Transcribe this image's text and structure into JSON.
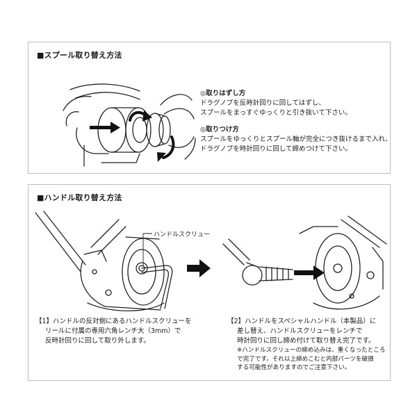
{
  "spool": {
    "title": "■スプール取り替え方法",
    "remove_heading": "◎取りはずし方",
    "remove_lines": [
      "ドラグノブを反時計回りに回してはずし、",
      "スプールをまっすぐゆっくりと引き抜いて下さい。"
    ],
    "attach_heading": "◎取りつけ方",
    "attach_lines": [
      "スプールをゆっくりとスプール軸が完全につき抜けるまで入れ、",
      "ドラグノブを時計回りに回して締めつけて下さい。"
    ]
  },
  "handle": {
    "title": "■ハンドル取り替え方法",
    "callout_label": "ハンドルスクリュー",
    "step1_lines": [
      "【1】ハンドルの反対側にあるハンドルスクリューを",
      "リールに付属の専用六角レンチ大（3mm）で",
      "反時計回りに回して取り外します。"
    ],
    "step2_lines": [
      "【2】ハンドルをスペシャルハンドル（本製品）に",
      "差し替え、ハンドルスクリューをレンチで",
      "時計回りに回し締め付けて取り替え完了です。"
    ],
    "step2_note_lines": [
      "※ハンドルスクリューの締め込みは、重くなったところ",
      "で完了です。それ以上締めこむと内部パーツを破損",
      "する可能性がありますのでご注意下さい。"
    ]
  }
}
